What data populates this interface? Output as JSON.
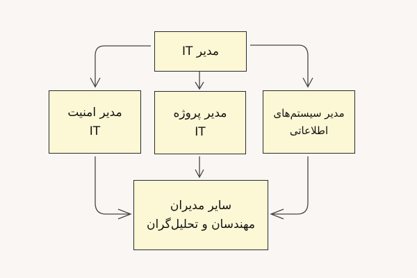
{
  "nodes": {
    "it_manager": {
      "line1": "مدیر IT"
    },
    "security_manager": {
      "line1": "مدیر امنیت",
      "line2": "IT"
    },
    "project_manager": {
      "line1": "مدیر پروژه",
      "line2": "IT"
    },
    "is_manager": {
      "line1": "مدیر سیستم‌های",
      "line2": "اطلاعاتی"
    },
    "others": {
      "line1": "سایر مدیران",
      "line2": "مهندسان و تحلیل‌گران"
    }
  },
  "colors": {
    "box_fill": "#fcf7d4",
    "border": "#2a2a2a",
    "background": "#f9f6f4",
    "arrow": "#444444"
  }
}
